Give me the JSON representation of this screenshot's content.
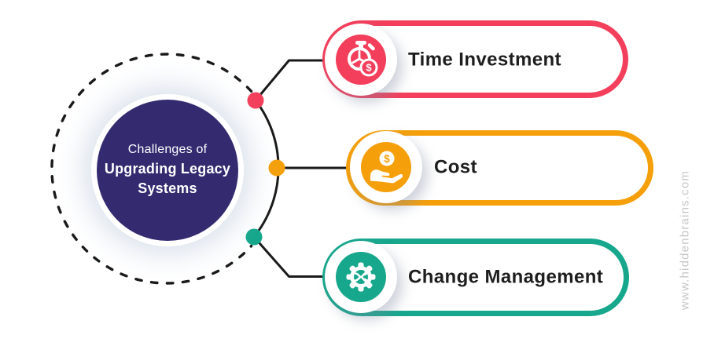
{
  "title_circle": {
    "line1": "Challenges of",
    "line2": "Upgrading Legacy",
    "line3": "Systems"
  },
  "items": [
    {
      "label": "Time Investment",
      "icon": "stopwatch-dollar-icon",
      "accent": "#F43F5C"
    },
    {
      "label": "Cost",
      "icon": "hand-coin-icon",
      "accent": "#F5A00B"
    },
    {
      "label": "Change Management",
      "icon": "gear-shuffle-icon",
      "accent": "#16A78C"
    }
  ],
  "currency_symbol": "$",
  "watermark": "www.hiddenbrains.com",
  "colors": {
    "background": "#FFFFFF",
    "center_circle": "#342A70",
    "center_text": "#FFFFFF",
    "connector_line": "#1A1A1A",
    "label_text": "#1E1E1E",
    "watermark_text": "#C7C7C7",
    "icon_glyph": "#FFFFFF"
  }
}
